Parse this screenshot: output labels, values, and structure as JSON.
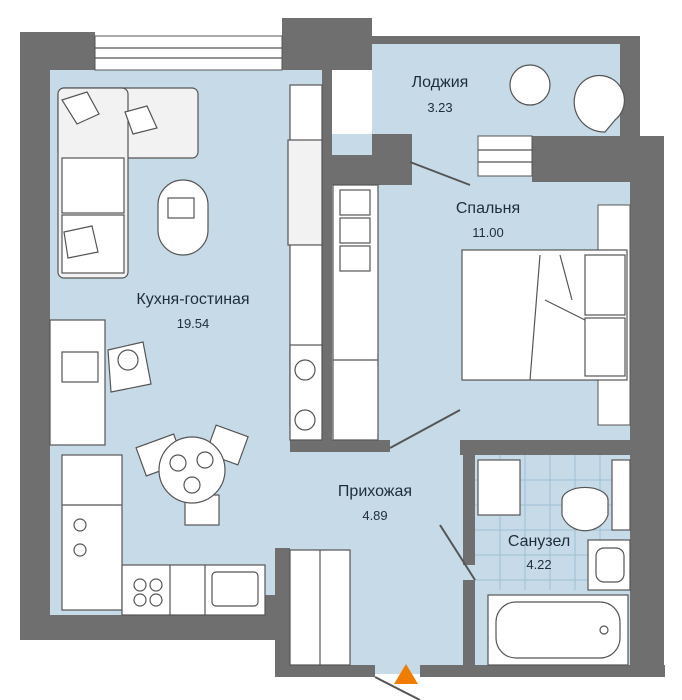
{
  "rooms": {
    "kitchen_living": {
      "name": "Кухня-гостиная",
      "area": "19.54"
    },
    "loggia": {
      "name": "Лоджия",
      "area": "3.23"
    },
    "bedroom": {
      "name": "Спальня",
      "area": "11.00"
    },
    "hallway": {
      "name": "Прихожая",
      "area": "4.89"
    },
    "bathroom": {
      "name": "Санузел",
      "area": "4.22"
    }
  },
  "colors": {
    "floor": "#c6dbe7",
    "wall": "#6f6f6f",
    "bath_tile": "#b7d3e6",
    "entry_marker": "#f07d00"
  },
  "icons": {
    "entry": "entry-arrow-icon"
  }
}
